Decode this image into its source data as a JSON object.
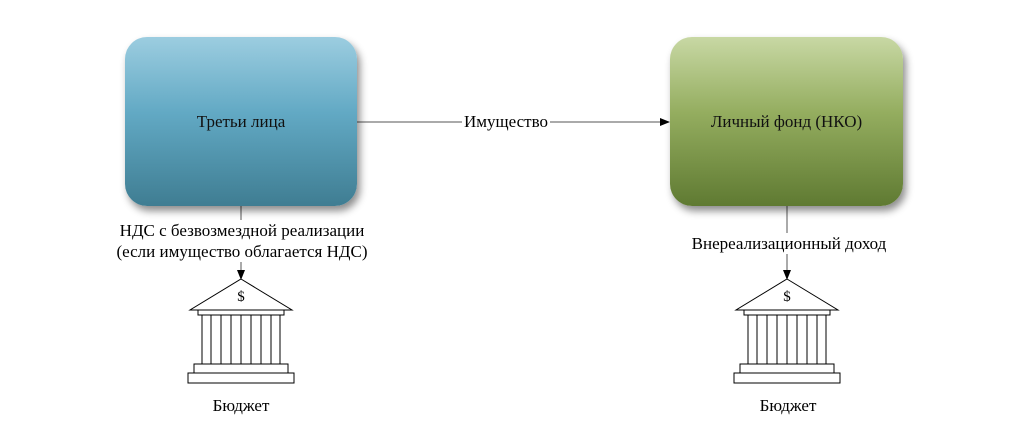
{
  "nodes": {
    "third_parties": "Третьи лица",
    "personal_fund": "Личный фонд (НКО)"
  },
  "edges": {
    "property": "Имущество",
    "vat_line1": "НДС с безвозмездной реализации",
    "vat_line2": "(если имущество облагается НДС)",
    "non_operating_income": "Внереализационный доход"
  },
  "budgets": {
    "left_label": "Бюджет",
    "right_label": "Бюджет",
    "symbol": "$"
  },
  "icons": {
    "budget": "bank-building-icon"
  },
  "colors": {
    "third_parties_top": "#9ccde0",
    "third_parties_bottom": "#3f7d92",
    "personal_fund_top": "#c8d8a4",
    "personal_fund_bottom": "#5f7a32"
  }
}
